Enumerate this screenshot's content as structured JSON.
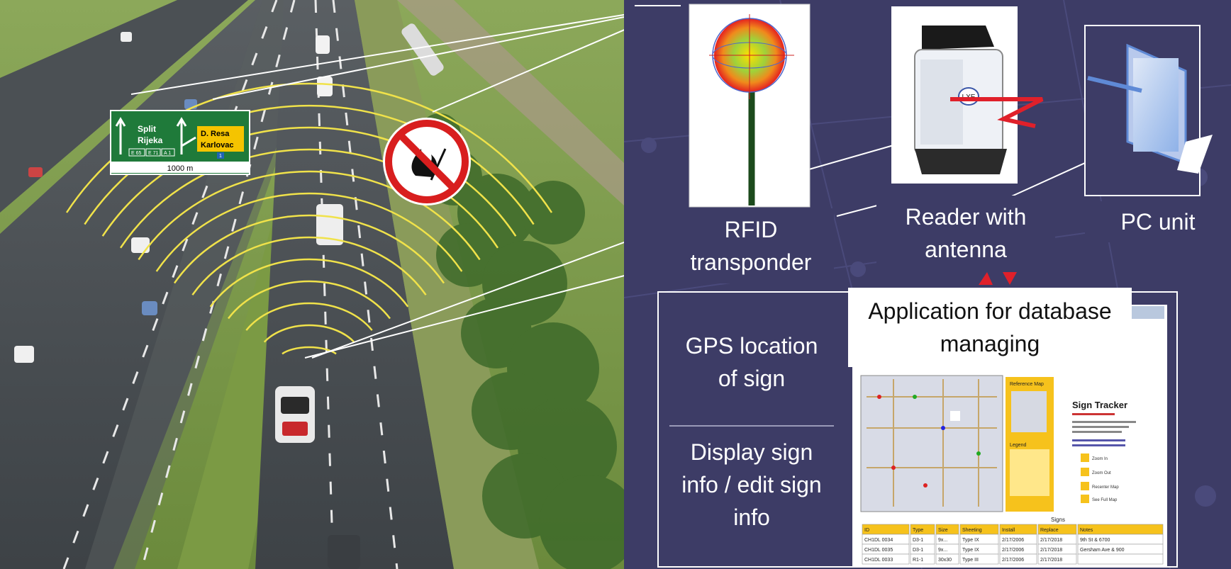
{
  "highway_sign": {
    "left_destinations": [
      "Split",
      "Rijeka"
    ],
    "left_routes": [
      "E 65",
      "E 71",
      "A 1"
    ],
    "right_destinations": [
      "D. Resa",
      "Karlovac"
    ],
    "right_route": "1",
    "distance": "1000 m"
  },
  "reader_brand": "LXE",
  "labels": {
    "rfid": "RFID transponder",
    "reader": "Reader with antenna",
    "pc": "PC unit",
    "app": "Application for database managing",
    "gps": "GPS location of sign",
    "display": "Display sign info / edit sign info"
  },
  "app_screenshot": {
    "title": "Sign Tracker",
    "panel_reference": "Reference Map",
    "panel_legend": "Legend",
    "table_caption": "Signs",
    "columns": [
      "ID",
      "Type",
      "Size",
      "Sheeting",
      "Install",
      "Replace",
      "Notes"
    ],
    "rows": [
      [
        "CH1DL 0034",
        "D3-1",
        "9x...",
        "Type IX",
        "2/17/2006",
        "2/17/2018",
        "9th St & 6700"
      ],
      [
        "CH1DL 0035",
        "D3-1",
        "9x...",
        "Type IX",
        "2/17/2006",
        "2/17/2018",
        "Gersham Ave & 900"
      ],
      [
        "CH1DL 0033",
        "R1-1",
        "30x30",
        "Type III",
        "2/17/2006",
        "2/17/2018",
        ""
      ]
    ],
    "tools": [
      "Zoom In",
      "Zoom Out",
      "Recenter Map",
      "See Full Map"
    ]
  },
  "colors": {
    "diagram_bg": "#3d3c66",
    "label_bg": "#3d3c66",
    "sign_green": "#1f7a3a",
    "sign_yellow": "#f5c400",
    "signal_arcs": "#f0e24a",
    "prohibition_red": "#d81e1e",
    "app_yellow": "#f6c21c"
  }
}
